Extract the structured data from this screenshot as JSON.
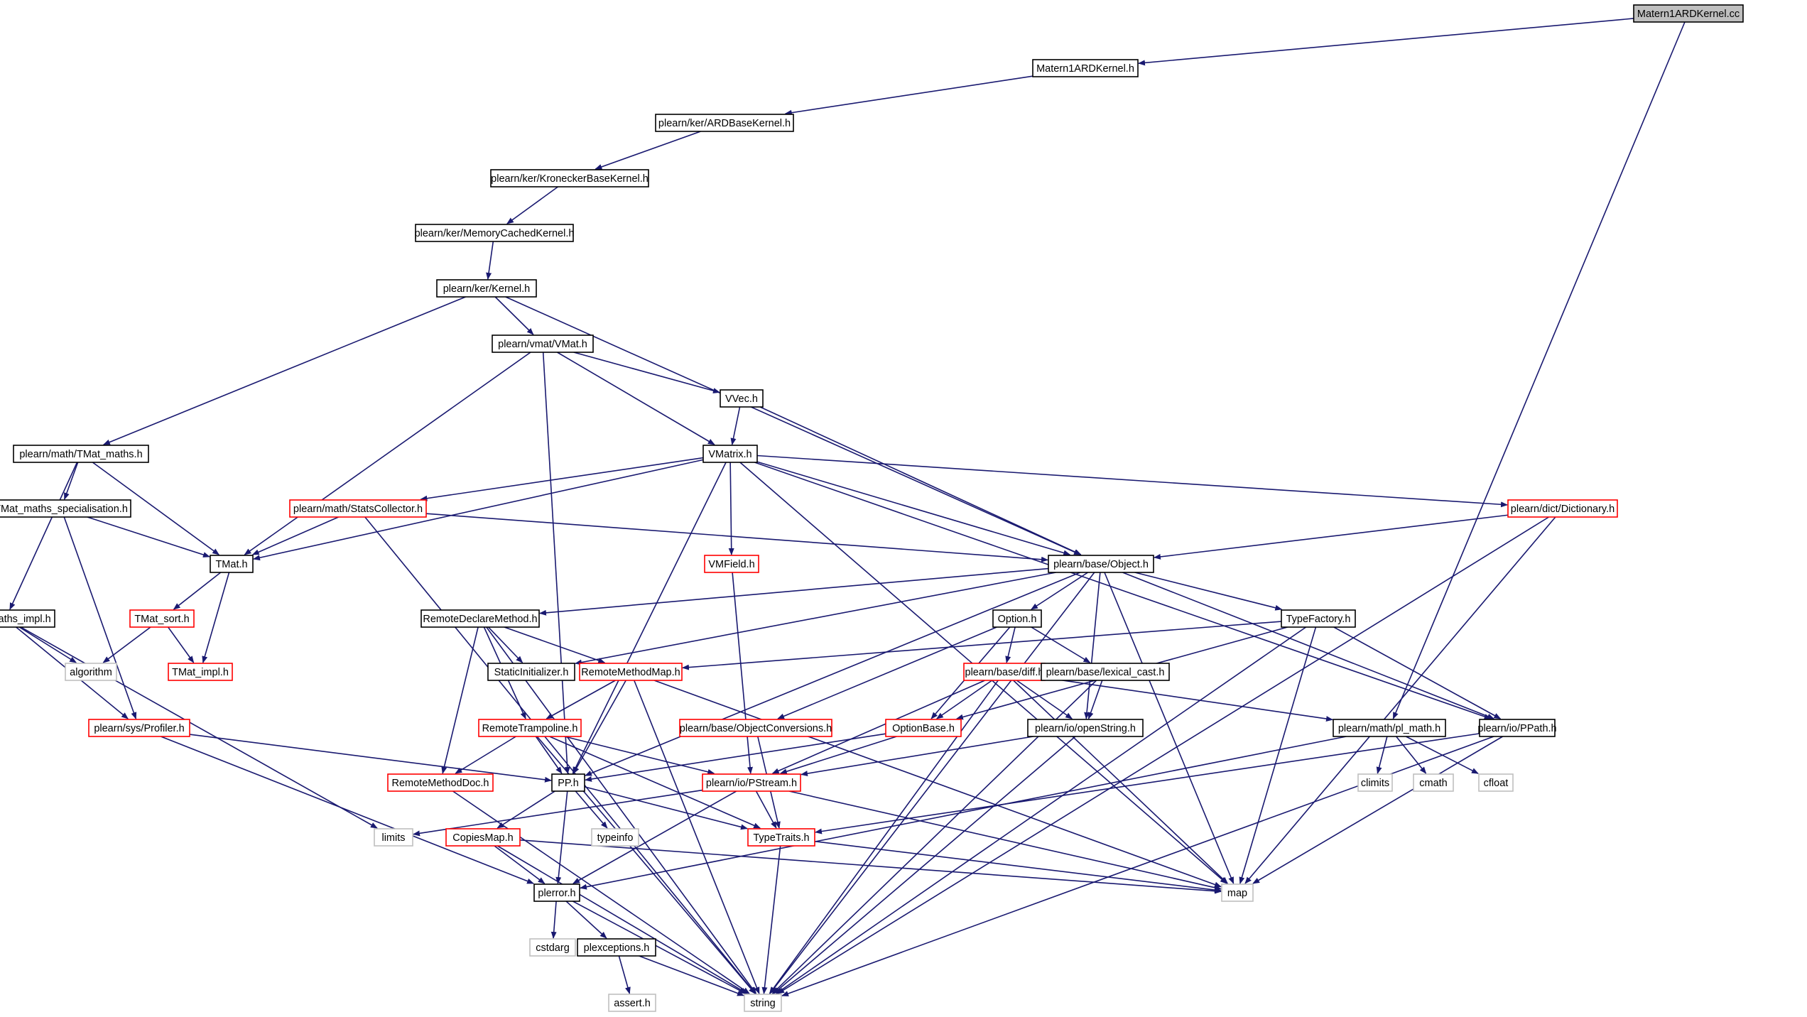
{
  "colors": {
    "edge": "#191970",
    "normal_border": "#000000",
    "truncated_border": "#ff0000",
    "external_border": "#bfbfbf",
    "root_fill": "#bfbfbf",
    "background": "#ffffff"
  },
  "nodes": [
    {
      "id": "matern_cc",
      "label": "Matern1ARDKernel.cc",
      "style": "root"
    },
    {
      "id": "matern_h",
      "label": "Matern1ARDKernel.h",
      "style": "normal"
    },
    {
      "id": "ardbase",
      "label": "plearn/ker/ARDBaseKernel.h",
      "style": "normal"
    },
    {
      "id": "kronecker",
      "label": "plearn/ker/KroneckerBaseKernel.h",
      "style": "normal"
    },
    {
      "id": "memcached",
      "label": "plearn/ker/MemoryCachedKernel.h",
      "style": "normal"
    },
    {
      "id": "kernel",
      "label": "plearn/ker/Kernel.h",
      "style": "normal"
    },
    {
      "id": "vmat",
      "label": "plearn/vmat/VMat.h",
      "style": "normal"
    },
    {
      "id": "vvec",
      "label": "VVec.h",
      "style": "normal"
    },
    {
      "id": "tmat_maths",
      "label": "plearn/math/TMat_maths.h",
      "style": "normal"
    },
    {
      "id": "vmatrix",
      "label": "VMatrix.h",
      "style": "normal"
    },
    {
      "id": "tmat_spec",
      "label": "TMat_maths_specialisation.h",
      "style": "normal"
    },
    {
      "id": "statscollector",
      "label": "plearn/math/StatsCollector.h",
      "style": "truncated"
    },
    {
      "id": "dictionary",
      "label": "plearn/dict/Dictionary.h",
      "style": "truncated"
    },
    {
      "id": "tmat",
      "label": "TMat.h",
      "style": "normal"
    },
    {
      "id": "vmfield",
      "label": "VMField.h",
      "style": "truncated"
    },
    {
      "id": "object",
      "label": "plearn/base/Object.h",
      "style": "normal"
    },
    {
      "id": "tmat_impl",
      "label": "TMat_maths_impl.h",
      "style": "normal"
    },
    {
      "id": "tmat_sort",
      "label": "TMat_sort.h",
      "style": "truncated"
    },
    {
      "id": "remotedeclare",
      "label": "RemoteDeclareMethod.h",
      "style": "normal"
    },
    {
      "id": "option",
      "label": "Option.h",
      "style": "normal"
    },
    {
      "id": "typefactory",
      "label": "TypeFactory.h",
      "style": "normal"
    },
    {
      "id": "algorithm",
      "label": "algorithm",
      "style": "external"
    },
    {
      "id": "tmat_impl2",
      "label": "TMat_impl.h",
      "style": "truncated"
    },
    {
      "id": "staticinit",
      "label": "StaticInitializer.h",
      "style": "normal"
    },
    {
      "id": "remotemethodmap",
      "label": "RemoteMethodMap.h",
      "style": "truncated"
    },
    {
      "id": "diff",
      "label": "plearn/base/diff.h",
      "style": "truncated"
    },
    {
      "id": "lexical",
      "label": "plearn/base/lexical_cast.h",
      "style": "normal"
    },
    {
      "id": "profiler",
      "label": "plearn/sys/Profiler.h",
      "style": "truncated"
    },
    {
      "id": "trampoline",
      "label": "RemoteTrampoline.h",
      "style": "truncated"
    },
    {
      "id": "objconv",
      "label": "plearn/base/ObjectConversions.h",
      "style": "truncated"
    },
    {
      "id": "optionbase",
      "label": "OptionBase.h",
      "style": "truncated"
    },
    {
      "id": "openstring",
      "label": "plearn/io/openString.h",
      "style": "normal"
    },
    {
      "id": "plmath",
      "label": "plearn/math/pl_math.h",
      "style": "normal"
    },
    {
      "id": "ppath",
      "label": "plearn/io/PPath.h",
      "style": "normal"
    },
    {
      "id": "remotedoc",
      "label": "RemoteMethodDoc.h",
      "style": "truncated"
    },
    {
      "id": "pp",
      "label": "PP.h",
      "style": "normal"
    },
    {
      "id": "pstream",
      "label": "plearn/io/PStream.h",
      "style": "truncated"
    },
    {
      "id": "climits",
      "label": "climits",
      "style": "external"
    },
    {
      "id": "cmath",
      "label": "cmath",
      "style": "external"
    },
    {
      "id": "cfloat",
      "label": "cfloat",
      "style": "external"
    },
    {
      "id": "limits",
      "label": "limits",
      "style": "external"
    },
    {
      "id": "copiesmap",
      "label": "CopiesMap.h",
      "style": "truncated"
    },
    {
      "id": "typeinfo",
      "label": "typeinfo",
      "style": "external"
    },
    {
      "id": "typetraits",
      "label": "TypeTraits.h",
      "style": "truncated"
    },
    {
      "id": "map",
      "label": "map",
      "style": "external"
    },
    {
      "id": "plerror",
      "label": "plerror.h",
      "style": "normal"
    },
    {
      "id": "cstdarg",
      "label": "cstdarg",
      "style": "external"
    },
    {
      "id": "plexceptions",
      "label": "plexceptions.h",
      "style": "normal"
    },
    {
      "id": "asserth",
      "label": "assert.h",
      "style": "external"
    },
    {
      "id": "string",
      "label": "string",
      "style": "external"
    }
  ],
  "edges": [
    [
      "matern_cc",
      "matern_h"
    ],
    [
      "matern_cc",
      "plmath"
    ],
    [
      "matern_h",
      "ardbase"
    ],
    [
      "ardbase",
      "kronecker"
    ],
    [
      "kronecker",
      "memcached"
    ],
    [
      "memcached",
      "kernel"
    ],
    [
      "kernel",
      "vmat"
    ],
    [
      "kernel",
      "tmat_maths"
    ],
    [
      "kernel",
      "object"
    ],
    [
      "vmat",
      "vvec"
    ],
    [
      "vmat",
      "vmatrix"
    ],
    [
      "vmat",
      "tmat"
    ],
    [
      "vmat",
      "pp"
    ],
    [
      "vvec",
      "vmatrix"
    ],
    [
      "vvec",
      "object"
    ],
    [
      "tmat_maths",
      "tmat_spec"
    ],
    [
      "tmat_maths",
      "tmat"
    ],
    [
      "tmat_maths",
      "tmat_impl"
    ],
    [
      "tmat_spec",
      "tmat"
    ],
    [
      "tmat_spec",
      "profiler"
    ],
    [
      "vmatrix",
      "tmat"
    ],
    [
      "vmatrix",
      "statscollector"
    ],
    [
      "vmatrix",
      "vmfield"
    ],
    [
      "vmatrix",
      "object"
    ],
    [
      "vmatrix",
      "dictionary"
    ],
    [
      "vmatrix",
      "ppath"
    ],
    [
      "vmatrix",
      "map"
    ],
    [
      "vmatrix",
      "pp"
    ],
    [
      "statscollector",
      "tmat"
    ],
    [
      "statscollector",
      "object"
    ],
    [
      "statscollector",
      "string"
    ],
    [
      "dictionary",
      "object"
    ],
    [
      "dictionary",
      "map"
    ],
    [
      "dictionary",
      "string"
    ],
    [
      "tmat",
      "tmat_sort"
    ],
    [
      "tmat",
      "tmat_impl2"
    ],
    [
      "tmat_sort",
      "algorithm"
    ],
    [
      "tmat_sort",
      "tmat_impl2"
    ],
    [
      "tmat_impl",
      "algorithm"
    ],
    [
      "tmat_impl",
      "profiler"
    ],
    [
      "tmat_impl",
      "limits"
    ],
    [
      "vmfield",
      "pstream"
    ],
    [
      "object",
      "remotedeclare"
    ],
    [
      "object",
      "option"
    ],
    [
      "object",
      "typefactory"
    ],
    [
      "object",
      "staticinit"
    ],
    [
      "object",
      "openstring"
    ],
    [
      "object",
      "ppath"
    ],
    [
      "object",
      "map"
    ],
    [
      "object",
      "string"
    ],
    [
      "object",
      "pp"
    ],
    [
      "remotedeclare",
      "staticinit"
    ],
    [
      "remotedeclare",
      "remotemethodmap"
    ],
    [
      "remotedeclare",
      "trampoline"
    ],
    [
      "remotedeclare",
      "remotedoc"
    ],
    [
      "remotedeclare",
      "string"
    ],
    [
      "option",
      "optionbase"
    ],
    [
      "option",
      "diff"
    ],
    [
      "option",
      "lexical"
    ],
    [
      "option",
      "objconv"
    ],
    [
      "typefactory",
      "remotemethodmap"
    ],
    [
      "typefactory",
      "optionbase"
    ],
    [
      "typefactory",
      "ppath"
    ],
    [
      "typefactory",
      "map"
    ],
    [
      "typefactory",
      "string"
    ],
    [
      "remotemethodmap",
      "trampoline"
    ],
    [
      "remotemethodmap",
      "pp"
    ],
    [
      "remotemethodmap",
      "map"
    ],
    [
      "remotemethodmap",
      "string"
    ],
    [
      "diff",
      "optionbase"
    ],
    [
      "diff",
      "openstring"
    ],
    [
      "diff",
      "pstream"
    ],
    [
      "diff",
      "map"
    ],
    [
      "diff",
      "string"
    ],
    [
      "diff",
      "plmath"
    ],
    [
      "lexical",
      "openstring"
    ],
    [
      "lexical",
      "string"
    ],
    [
      "profiler",
      "pp"
    ],
    [
      "profiler",
      "plerror"
    ],
    [
      "trampoline",
      "remotedoc"
    ],
    [
      "trampoline",
      "pp"
    ],
    [
      "trampoline",
      "pstream"
    ],
    [
      "trampoline",
      "typetraits"
    ],
    [
      "trampoline",
      "string"
    ],
    [
      "objconv",
      "typetraits"
    ],
    [
      "optionbase",
      "pp"
    ],
    [
      "optionbase",
      "pstream"
    ],
    [
      "openstring",
      "pstream"
    ],
    [
      "openstring",
      "string"
    ],
    [
      "plmath",
      "climits"
    ],
    [
      "plmath",
      "cmath"
    ],
    [
      "plmath",
      "cfloat"
    ],
    [
      "plmath",
      "plerror"
    ],
    [
      "ppath",
      "map"
    ],
    [
      "ppath",
      "string"
    ],
    [
      "ppath",
      "typetraits"
    ],
    [
      "remotedoc",
      "string"
    ],
    [
      "pp",
      "copiesmap"
    ],
    [
      "pp",
      "typeinfo"
    ],
    [
      "pp",
      "plerror"
    ],
    [
      "pp",
      "typetraits"
    ],
    [
      "pstream",
      "limits"
    ],
    [
      "pstream",
      "plerror"
    ],
    [
      "pstream",
      "map"
    ],
    [
      "pstream",
      "typetraits"
    ],
    [
      "copiesmap",
      "plerror"
    ],
    [
      "copiesmap",
      "map"
    ],
    [
      "copiesmap",
      "string"
    ],
    [
      "typetraits",
      "map"
    ],
    [
      "typetraits",
      "string"
    ],
    [
      "plerror",
      "cstdarg"
    ],
    [
      "plerror",
      "plexceptions"
    ],
    [
      "plerror",
      "string"
    ],
    [
      "plexceptions",
      "asserth"
    ],
    [
      "plexceptions",
      "string"
    ]
  ]
}
